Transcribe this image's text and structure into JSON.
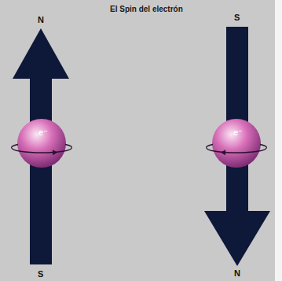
{
  "diagram": {
    "title": "El Spin del electrón",
    "nodes": [
      {
        "text": [
          "e⁻"
        ]
      },
      {
        "text": [
          "e⁻"
        ]
      }
    ],
    "labels": [
      "N",
      "S",
      "S",
      "N"
    ]
  }
}
